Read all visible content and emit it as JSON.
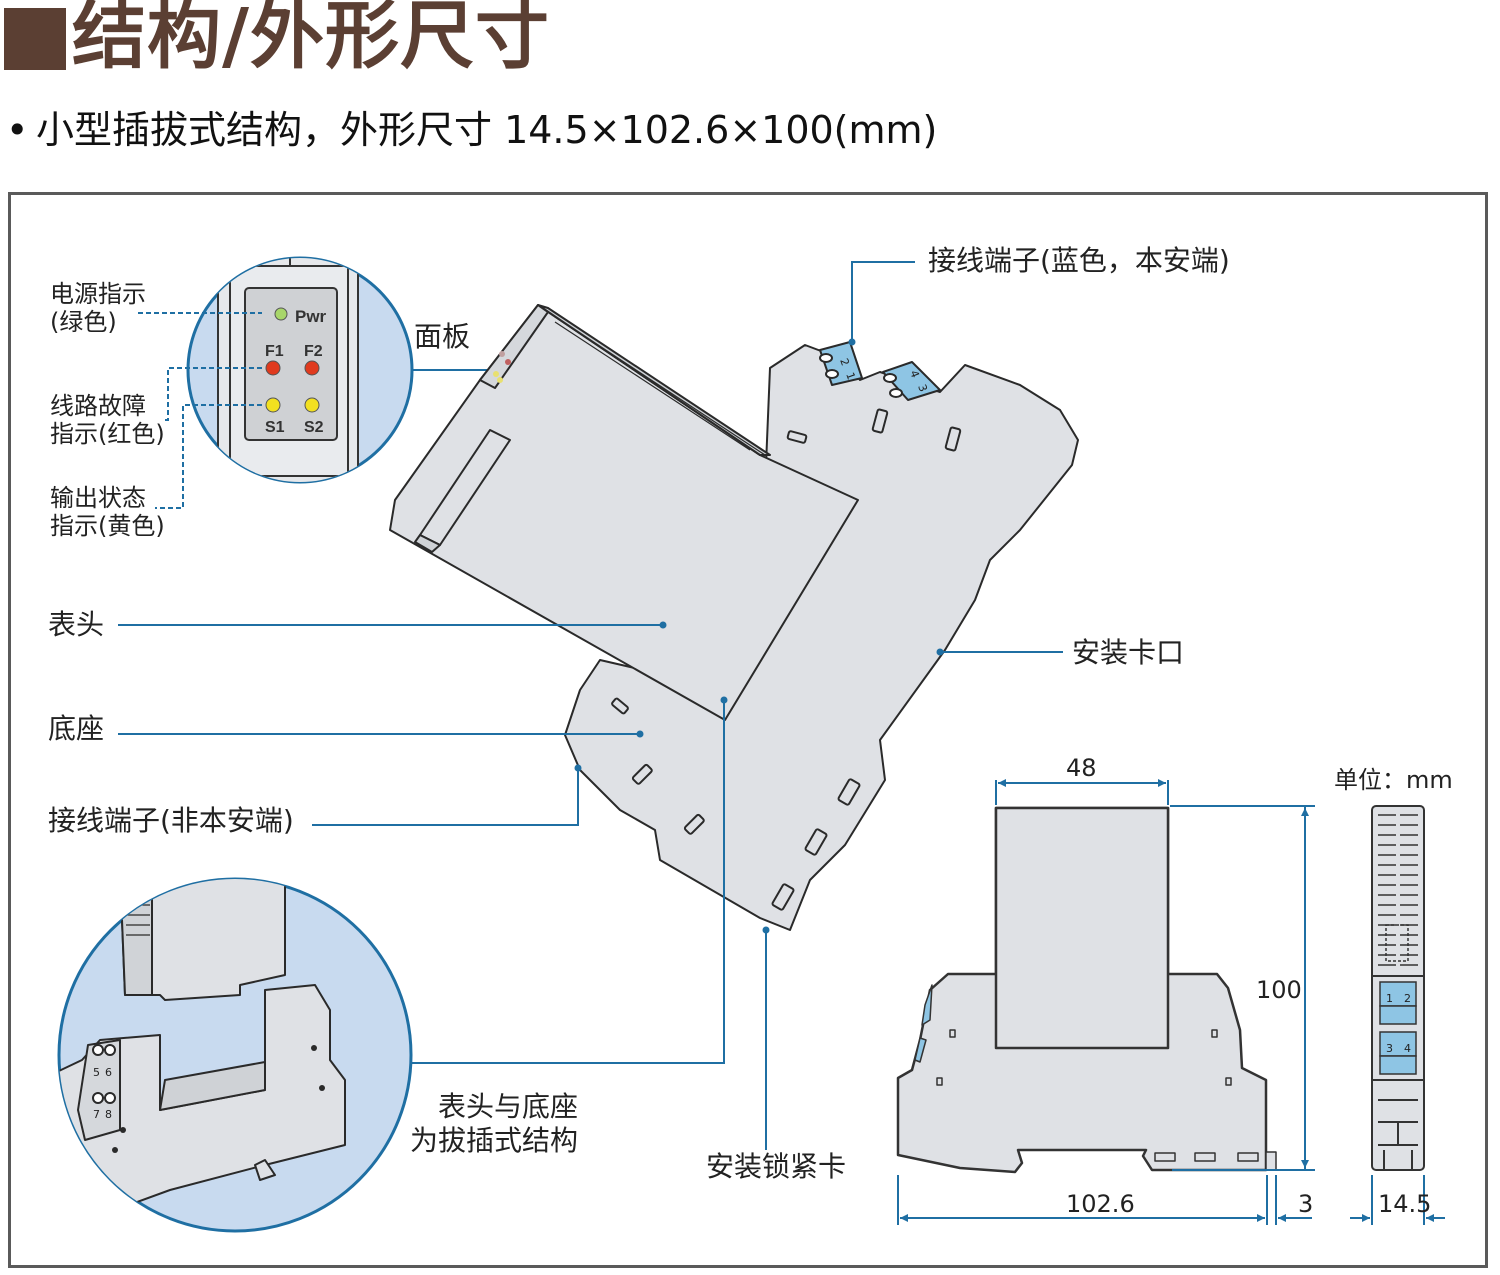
{
  "header": {
    "title": "结构/外形尺寸",
    "subtitle": "小型插拔式结构，外形尺寸 14.5×102.6×100(mm)",
    "bullet": "•"
  },
  "callouts": {
    "power_indicator": [
      "电源指示",
      "(绿色)"
    ],
    "fault_indicator": [
      "线路故障",
      "指示(红色)"
    ],
    "output_indicator": [
      "输出状态",
      "指示(黄色)"
    ],
    "panel": "面板",
    "terminal_blue": "接线端子(蓝色，本安端)",
    "meter_head": "表头",
    "base": "底座",
    "terminal_non_is": "接线端子(非本安端)",
    "mount_slot": "安装卡口",
    "lock_clip": "安装锁紧卡",
    "pluggable": [
      "表头与底座",
      "为拔插式结构"
    ]
  },
  "panel_leds": {
    "pwr": "Pwr",
    "f1": "F1",
    "f2": "F2",
    "s1": "S1",
    "s2": "S2"
  },
  "terminal_numbers": {
    "top": [
      "2",
      "1",
      "4",
      "3"
    ],
    "inset": [
      "5",
      "6",
      "7",
      "8"
    ],
    "side": [
      "1",
      "2",
      "3",
      "4"
    ]
  },
  "dimensions": {
    "unit": "单位：mm",
    "head_width": "48",
    "height": "100",
    "length": "102.6",
    "clip": "3",
    "width": "14.5"
  },
  "colors": {
    "brand": "#5b3f33",
    "leader": "#1f6fa3",
    "body": "#dfe1e5",
    "inset_bg": "#c8daef",
    "terminal_blue": "#8ec5e4",
    "led_green": "#a8d66a",
    "led_red": "#e03a1e",
    "led_yellow": "#f2e020"
  }
}
